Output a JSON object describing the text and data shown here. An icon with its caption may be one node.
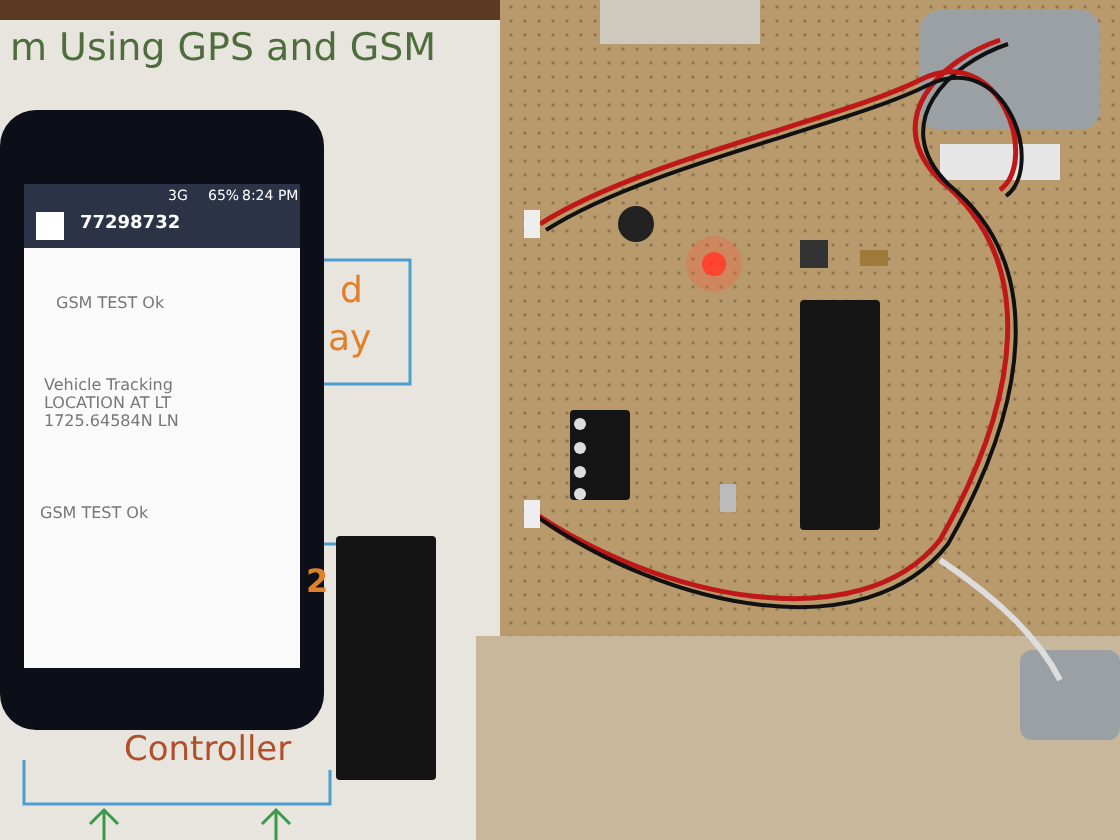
{
  "diagram": {
    "labels": [
      "m Using GPS and GSM",
      "77298732",
      "3G",
      "65%",
      "8:24 PM",
      "GSM TEST Ok",
      "Vehicle Tracking LOCATION AT LT 1725.64584N LN",
      "GSM TEST Ok",
      "d",
      "ay",
      "2",
      "Controller"
    ]
  }
}
